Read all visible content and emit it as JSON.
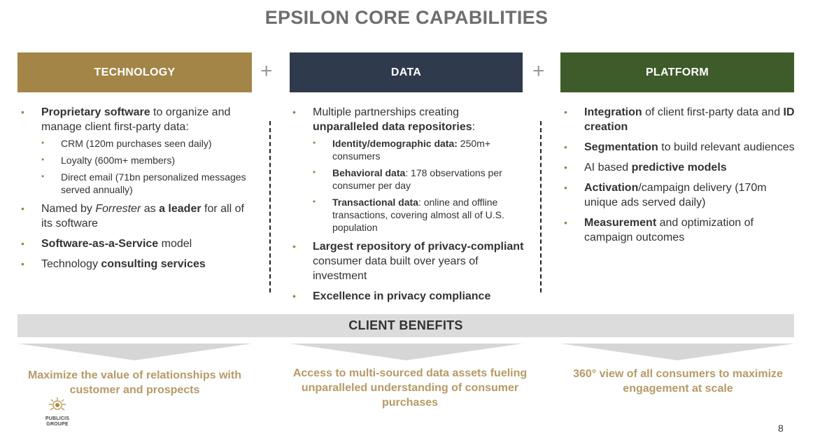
{
  "title": "EPSILON CORE CAPABILITIES",
  "headers": {
    "technology": "TECHNOLOGY",
    "data": "DATA",
    "platform": "PLATFORM"
  },
  "plus": "+",
  "technology": {
    "b1": {
      "bold": "Proprietary software",
      "rest": " to organize and manage client first-party data:"
    },
    "sub": [
      "CRM (120m purchases seen daily)",
      "Loyalty (600m+ members)",
      "Direct email (71bn personalized messages served annually)"
    ],
    "b2": {
      "pre": "Named by ",
      "italic": "Forrester",
      "mid": " as ",
      "bold": "a leader",
      "post": " for all of its software"
    },
    "b3": {
      "bold": "Software-as-a-Service",
      "rest": " model"
    },
    "b4": {
      "pre": "Technology ",
      "bold": "consulting services"
    }
  },
  "data": {
    "b1": {
      "pre": "Multiple partnerships creating ",
      "bold": "unparalleled data repositories",
      "post": ":"
    },
    "sub": [
      {
        "bold": "Identity/demographic data:",
        "rest": " 250m+ consumers"
      },
      {
        "bold": "Behavioral data",
        "rest": ": 178 observations per consumer per day"
      },
      {
        "bold": "Transactional data",
        "rest": ": online and offline transactions, covering almost all of U.S. population"
      }
    ],
    "b2": {
      "bold": "Largest repository of privacy-compliant",
      "rest": " consumer data built over years of investment"
    },
    "b3": {
      "bold": "Excellence in privacy compliance"
    }
  },
  "platform": {
    "b1": {
      "bold1": "Integration",
      "mid": " of client first-party data and ",
      "bold2": "ID creation"
    },
    "b2": {
      "bold": "Segmentation",
      "rest": " to build relevant audiences"
    },
    "b3": {
      "pre": "AI based ",
      "bold": "predictive models"
    },
    "b4": {
      "bold": "Activation",
      "rest": "/campaign delivery (170m unique ads served daily)"
    },
    "b5": {
      "bold": "Measurement",
      "rest": " and optimization of campaign outcomes"
    }
  },
  "client_benefits": "CLIENT BENEFITS",
  "benefits": [
    "Maximize the value of relationships with customer and prospects",
    "Access to multi-sourced data assets fueling unparalleled understanding of consumer purchases",
    "360° view of all consumers to maximize engagement at scale"
  ],
  "logo": {
    "line1": "PUBLICIS",
    "line2": "GROUPE"
  },
  "page_number": "8",
  "colors": {
    "technology": "#a28547",
    "data": "#2f3a4d",
    "platform": "#3e5b2a",
    "benefit_text": "#b69a66",
    "benefits_bar": "#dcdcdc"
  }
}
